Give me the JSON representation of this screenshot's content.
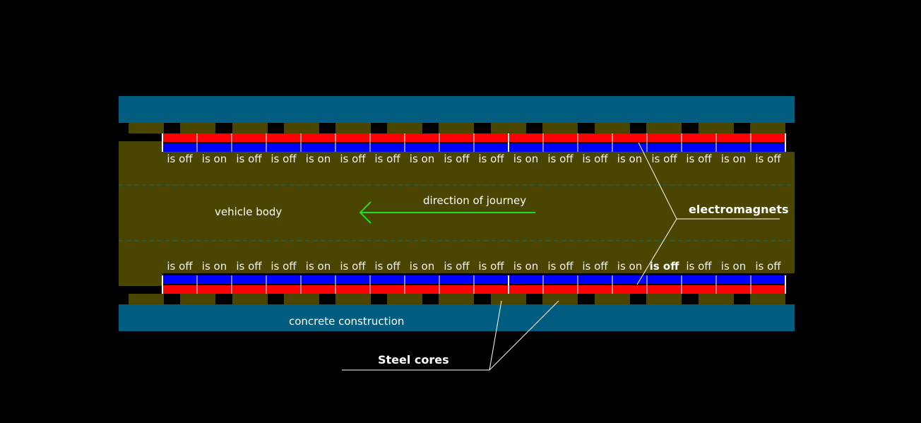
{
  "labels": {
    "vehicle_body": "vehicle body",
    "direction": "direction of journey",
    "electromagnets": "electromagnets",
    "concrete": "concrete construction",
    "steel_cores": "Steel cores"
  },
  "colors": {
    "background": "#000000",
    "concrete": "#005d7f",
    "vehicle_body": "#4a4500",
    "steel_core": "#4a4500",
    "magnet_red": "#ff0000",
    "magnet_blue": "#0000ff",
    "arrow": "#22dd22",
    "divider": "#0a6b7a"
  },
  "top_states": [
    "is off",
    "is on",
    "is off",
    "is off",
    "is on",
    "is off",
    "is off",
    "is on",
    "is off",
    "is off",
    "is on",
    "is off",
    "is off",
    "is on",
    "is off",
    "is off",
    "is on",
    "is off"
  ],
  "bottom_states": [
    "is off",
    "is on",
    "is off",
    "is off",
    "is on",
    "is off",
    "is off",
    "is on",
    "is off",
    "is off",
    "is on",
    "is off",
    "is off",
    "is on",
    "is off",
    "is off",
    "is on",
    "is off"
  ],
  "bold_bottom_index": 14
}
